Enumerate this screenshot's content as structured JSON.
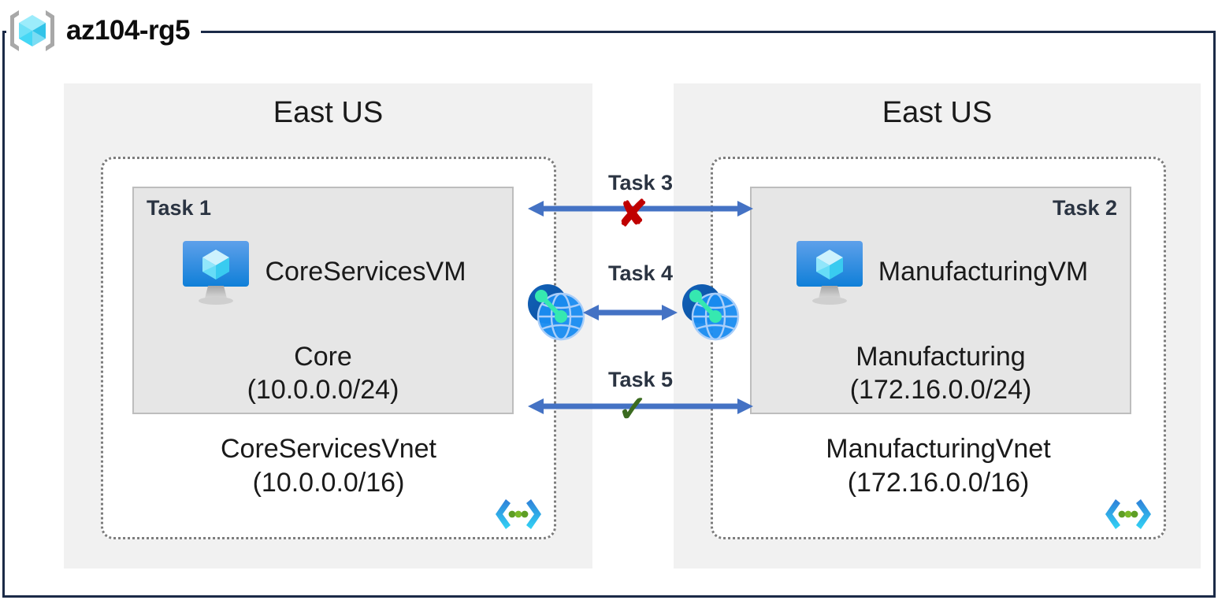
{
  "resource_group": {
    "name": "az104-rg5",
    "icon": "resource-group-cube-icon"
  },
  "regions": [
    {
      "id": "left",
      "label": "East US"
    },
    {
      "id": "right",
      "label": "East US"
    }
  ],
  "vnets": [
    {
      "id": "left",
      "name": "CoreServicesVnet",
      "address_space": "(10.0.0.0/16)",
      "badge_icon": "virtual-network-icon",
      "subnet": {
        "task_tag": "Task 1",
        "task_tag_align": "left",
        "vm_name": "CoreServicesVM",
        "vm_icon": "virtual-machine-icon",
        "subnet_name": "Core",
        "subnet_cidr": "(10.0.0.0/24)"
      }
    },
    {
      "id": "right",
      "name": "ManufacturingVnet",
      "address_space": "(172.16.0.0/16)",
      "badge_icon": "virtual-network-icon",
      "subnet": {
        "task_tag": "Task 2",
        "task_tag_align": "right",
        "vm_name": "ManufacturingVM",
        "vm_icon": "virtual-machine-icon",
        "subnet_name": "Manufacturing",
        "subnet_cidr": "(172.16.0.0/24)"
      }
    }
  ],
  "connectors": [
    {
      "id": "task3",
      "label": "Task 3",
      "mark": "✘",
      "mark_kind": "blocked-x",
      "mark_color": "#c00000",
      "direction": "bidirectional"
    },
    {
      "id": "task4",
      "label": "Task 4",
      "mark": "",
      "mark_kind": "peering",
      "direction": "bidirectional"
    },
    {
      "id": "task5",
      "label": "Task 5",
      "mark": "✓",
      "mark_kind": "allowed-check",
      "mark_color": "#3b6b20",
      "direction": "bidirectional"
    }
  ],
  "peering_icons": [
    {
      "id": "peer-left",
      "icon": "vnet-peering-icon"
    },
    {
      "id": "peer-right",
      "icon": "vnet-peering-icon"
    }
  ],
  "colors": {
    "frame_border": "#1b2a47",
    "region_bg": "#f1f1f1",
    "vnet_border": "#7c7c7c",
    "subnet_bg": "#e6e6e6",
    "subnet_border": "#bdbdbd",
    "arrow": "#4472c4",
    "blocked": "#c00000",
    "allowed": "#3b6b20",
    "task_text": "#2b3442",
    "body_text": "#1a1a1a"
  }
}
